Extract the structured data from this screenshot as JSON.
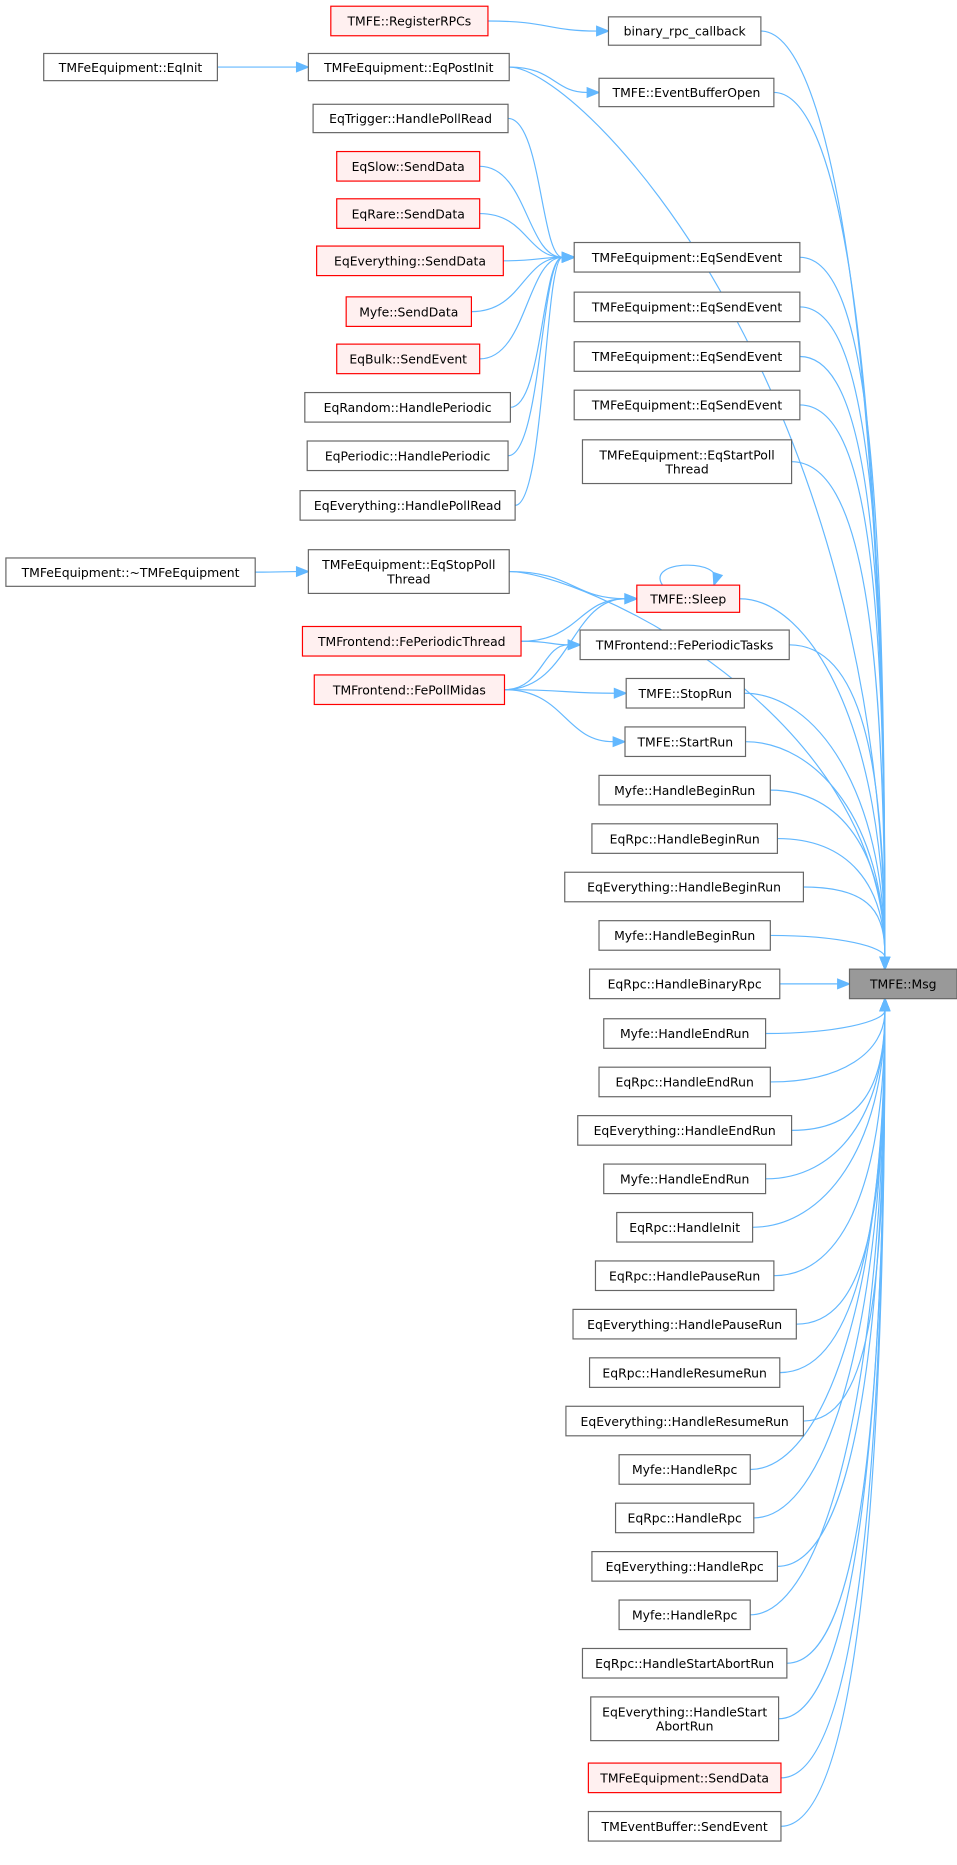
{
  "title": "TMFE::Msg caller graph",
  "colors": {
    "edge": "#63b8ff",
    "red_border": "#ff0000",
    "red_fill": "#fff0f0",
    "target_fill": "#999999",
    "border": "#666666"
  },
  "nodes": [
    {
      "id": "registerrpcs",
      "label": [
        "TMFE::RegisterRPCs"
      ],
      "style": "red"
    },
    {
      "id": "binary_rpc",
      "label": [
        "binary_rpc_callback"
      ],
      "style": "normal"
    },
    {
      "id": "eqinit",
      "label": [
        "TMFeEquipment::EqInit"
      ],
      "style": "normal"
    },
    {
      "id": "eqpostinit",
      "label": [
        "TMFeEquipment::EqPostInit"
      ],
      "style": "normal"
    },
    {
      "id": "eventbufferopen",
      "label": [
        "TMFE::EventBufferOpen"
      ],
      "style": "normal"
    },
    {
      "id": "eqtrigger_pollread",
      "label": [
        "EqTrigger::HandlePollRead"
      ],
      "style": "normal"
    },
    {
      "id": "eqslow_senddata",
      "label": [
        "EqSlow::SendData"
      ],
      "style": "red"
    },
    {
      "id": "eqrare_senddata",
      "label": [
        "EqRare::SendData"
      ],
      "style": "red"
    },
    {
      "id": "eqeverything_senddata",
      "label": [
        "EqEverything::SendData"
      ],
      "style": "red"
    },
    {
      "id": "eqsendevent1",
      "label": [
        "TMFeEquipment::EqSendEvent"
      ],
      "style": "normal"
    },
    {
      "id": "myfe_senddata",
      "label": [
        "Myfe::SendData"
      ],
      "style": "red"
    },
    {
      "id": "eqsendevent2",
      "label": [
        "TMFeEquipment::EqSendEvent"
      ],
      "style": "normal"
    },
    {
      "id": "eqbulk_sendevent",
      "label": [
        "EqBulk::SendEvent"
      ],
      "style": "red"
    },
    {
      "id": "eqsendevent3",
      "label": [
        "TMFeEquipment::EqSendEvent"
      ],
      "style": "normal"
    },
    {
      "id": "eqrandom_periodic",
      "label": [
        "EqRandom::HandlePeriodic"
      ],
      "style": "normal"
    },
    {
      "id": "eqsendevent4",
      "label": [
        "TMFeEquipment::EqSendEvent"
      ],
      "style": "normal"
    },
    {
      "id": "eqperiodic_periodic",
      "label": [
        "EqPeriodic::HandlePeriodic"
      ],
      "style": "normal"
    },
    {
      "id": "eqstartpoll",
      "label": [
        "TMFeEquipment::EqStartPoll",
        "Thread"
      ],
      "style": "normal"
    },
    {
      "id": "eqeverything_pollread",
      "label": [
        "EqEverything::HandlePollRead"
      ],
      "style": "normal"
    },
    {
      "id": "destructor",
      "label": [
        "TMFeEquipment::~TMFeEquipment"
      ],
      "style": "normal"
    },
    {
      "id": "eqstoppoll",
      "label": [
        "TMFeEquipment::EqStopPoll",
        "Thread"
      ],
      "style": "normal"
    },
    {
      "id": "sleep",
      "label": [
        "TMFE::Sleep"
      ],
      "style": "red"
    },
    {
      "id": "feperiodicthread",
      "label": [
        "TMFrontend::FePeriodicThread"
      ],
      "style": "red"
    },
    {
      "id": "feperiodictasks",
      "label": [
        "TMFrontend::FePeriodicTasks"
      ],
      "style": "normal"
    },
    {
      "id": "fepollmidas",
      "label": [
        "TMFrontend::FePollMidas"
      ],
      "style": "red"
    },
    {
      "id": "stoprun",
      "label": [
        "TMFE::StopRun"
      ],
      "style": "normal"
    },
    {
      "id": "startrun",
      "label": [
        "TMFE::StartRun"
      ],
      "style": "normal"
    },
    {
      "id": "myfe_beginrun1",
      "label": [
        "Myfe::HandleBeginRun"
      ],
      "style": "normal"
    },
    {
      "id": "eqrpc_beginrun",
      "label": [
        "EqRpc::HandleBeginRun"
      ],
      "style": "normal"
    },
    {
      "id": "eqeverything_beginrun",
      "label": [
        "EqEverything::HandleBeginRun"
      ],
      "style": "normal"
    },
    {
      "id": "myfe_beginrun2",
      "label": [
        "Myfe::HandleBeginRun"
      ],
      "style": "normal"
    },
    {
      "id": "eqrpc_binaryrpc",
      "label": [
        "EqRpc::HandleBinaryRpc"
      ],
      "style": "normal"
    },
    {
      "id": "msg",
      "label": [
        "TMFE::Msg"
      ],
      "style": "gray"
    },
    {
      "id": "myfe_endrun1",
      "label": [
        "Myfe::HandleEndRun"
      ],
      "style": "normal"
    },
    {
      "id": "eqrpc_endrun",
      "label": [
        "EqRpc::HandleEndRun"
      ],
      "style": "normal"
    },
    {
      "id": "eqeverything_endrun",
      "label": [
        "EqEverything::HandleEndRun"
      ],
      "style": "normal"
    },
    {
      "id": "myfe_endrun2",
      "label": [
        "Myfe::HandleEndRun"
      ],
      "style": "normal"
    },
    {
      "id": "eqrpc_init",
      "label": [
        "EqRpc::HandleInit"
      ],
      "style": "normal"
    },
    {
      "id": "eqrpc_pauserun",
      "label": [
        "EqRpc::HandlePauseRun"
      ],
      "style": "normal"
    },
    {
      "id": "eqeverything_pauserun",
      "label": [
        "EqEverything::HandlePauseRun"
      ],
      "style": "normal"
    },
    {
      "id": "eqrpc_resumerun",
      "label": [
        "EqRpc::HandleResumeRun"
      ],
      "style": "normal"
    },
    {
      "id": "eqeverything_resumerun",
      "label": [
        "EqEverything::HandleResumeRun"
      ],
      "style": "normal"
    },
    {
      "id": "myfe_rpc1",
      "label": [
        "Myfe::HandleRpc"
      ],
      "style": "normal"
    },
    {
      "id": "eqrpc_rpc",
      "label": [
        "EqRpc::HandleRpc"
      ],
      "style": "normal"
    },
    {
      "id": "eqeverything_rpc",
      "label": [
        "EqEverything::HandleRpc"
      ],
      "style": "normal"
    },
    {
      "id": "myfe_rpc2",
      "label": [
        "Myfe::HandleRpc"
      ],
      "style": "normal"
    },
    {
      "id": "eqrpc_startabort",
      "label": [
        "EqRpc::HandleStartAbortRun"
      ],
      "style": "normal"
    },
    {
      "id": "eqeverything_startabort",
      "label": [
        "EqEverything::HandleStart",
        "AbortRun"
      ],
      "style": "normal"
    },
    {
      "id": "tmfeequipment_senddata",
      "label": [
        "TMFeEquipment::SendData"
      ],
      "style": "red"
    },
    {
      "id": "tmeventbuffer_sendevent",
      "label": [
        "TMEventBuffer::SendEvent"
      ],
      "style": "normal"
    }
  ],
  "edges": [
    [
      "registerrpcs",
      "binary_rpc"
    ],
    [
      "eqinit",
      "eqpostinit"
    ],
    [
      "eqpostinit",
      "eventbufferopen"
    ],
    [
      "eqtrigger_pollread",
      "eqsendevent1"
    ],
    [
      "eqslow_senddata",
      "eqsendevent1"
    ],
    [
      "eqrare_senddata",
      "eqsendevent1"
    ],
    [
      "eqeverything_senddata",
      "eqsendevent1"
    ],
    [
      "myfe_senddata",
      "eqsendevent1"
    ],
    [
      "eqbulk_sendevent",
      "eqsendevent1"
    ],
    [
      "eqrandom_periodic",
      "eqsendevent1"
    ],
    [
      "eqperiodic_periodic",
      "eqsendevent1"
    ],
    [
      "eqeverything_pollread",
      "eqsendevent1"
    ],
    [
      "destructor",
      "eqstoppoll"
    ],
    [
      "eqstoppoll",
      "sleep"
    ],
    [
      "feperiodicthread",
      "sleep"
    ],
    [
      "fepollmidas",
      "sleep"
    ],
    [
      "sleep",
      "sleep"
    ],
    [
      "feperiodicthread",
      "feperiodictasks"
    ],
    [
      "fepollmidas",
      "feperiodictasks"
    ],
    [
      "fepollmidas",
      "stoprun"
    ],
    [
      "fepollmidas",
      "startrun"
    ],
    [
      "binary_rpc",
      "msg"
    ],
    [
      "eqpostinit",
      "msg"
    ],
    [
      "eventbufferopen",
      "msg"
    ],
    [
      "eqsendevent1",
      "msg"
    ],
    [
      "eqsendevent2",
      "msg"
    ],
    [
      "eqsendevent3",
      "msg"
    ],
    [
      "eqsendevent4",
      "msg"
    ],
    [
      "eqstartpoll",
      "msg"
    ],
    [
      "eqstoppoll",
      "msg"
    ],
    [
      "sleep",
      "msg"
    ],
    [
      "feperiodictasks",
      "msg"
    ],
    [
      "stoprun",
      "msg"
    ],
    [
      "startrun",
      "msg"
    ],
    [
      "myfe_beginrun1",
      "msg"
    ],
    [
      "eqrpc_beginrun",
      "msg"
    ],
    [
      "eqeverything_beginrun",
      "msg"
    ],
    [
      "myfe_beginrun2",
      "msg"
    ],
    [
      "eqrpc_binaryrpc",
      "msg"
    ],
    [
      "myfe_endrun1",
      "msg"
    ],
    [
      "eqrpc_endrun",
      "msg"
    ],
    [
      "eqeverything_endrun",
      "msg"
    ],
    [
      "myfe_endrun2",
      "msg"
    ],
    [
      "eqrpc_init",
      "msg"
    ],
    [
      "eqrpc_pauserun",
      "msg"
    ],
    [
      "eqeverything_pauserun",
      "msg"
    ],
    [
      "eqrpc_resumerun",
      "msg"
    ],
    [
      "eqeverything_resumerun",
      "msg"
    ],
    [
      "myfe_rpc1",
      "msg"
    ],
    [
      "eqrpc_rpc",
      "msg"
    ],
    [
      "eqeverything_rpc",
      "msg"
    ],
    [
      "myfe_rpc2",
      "msg"
    ],
    [
      "eqrpc_startabort",
      "msg"
    ],
    [
      "eqeverything_startabort",
      "msg"
    ],
    [
      "tmfeequipment_senddata",
      "msg"
    ],
    [
      "tmeventbuffer_sendevent",
      "msg"
    ]
  ]
}
